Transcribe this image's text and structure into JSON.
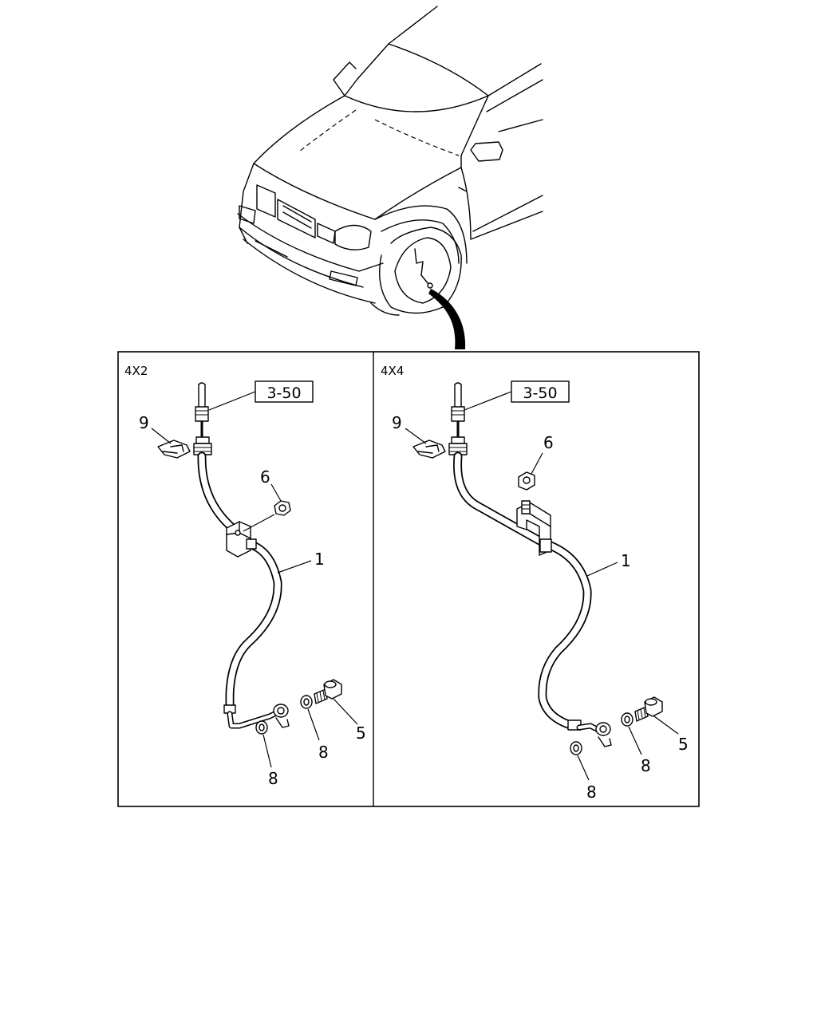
{
  "panels": [
    {
      "title": "4X2",
      "ref_box": "3-50",
      "callouts": [
        "9",
        "6",
        "1",
        "5",
        "8",
        "8"
      ]
    },
    {
      "title": "4X4",
      "ref_box": "3-50",
      "callouts": [
        "9",
        "6",
        "1",
        "5",
        "8",
        "8"
      ]
    }
  ]
}
